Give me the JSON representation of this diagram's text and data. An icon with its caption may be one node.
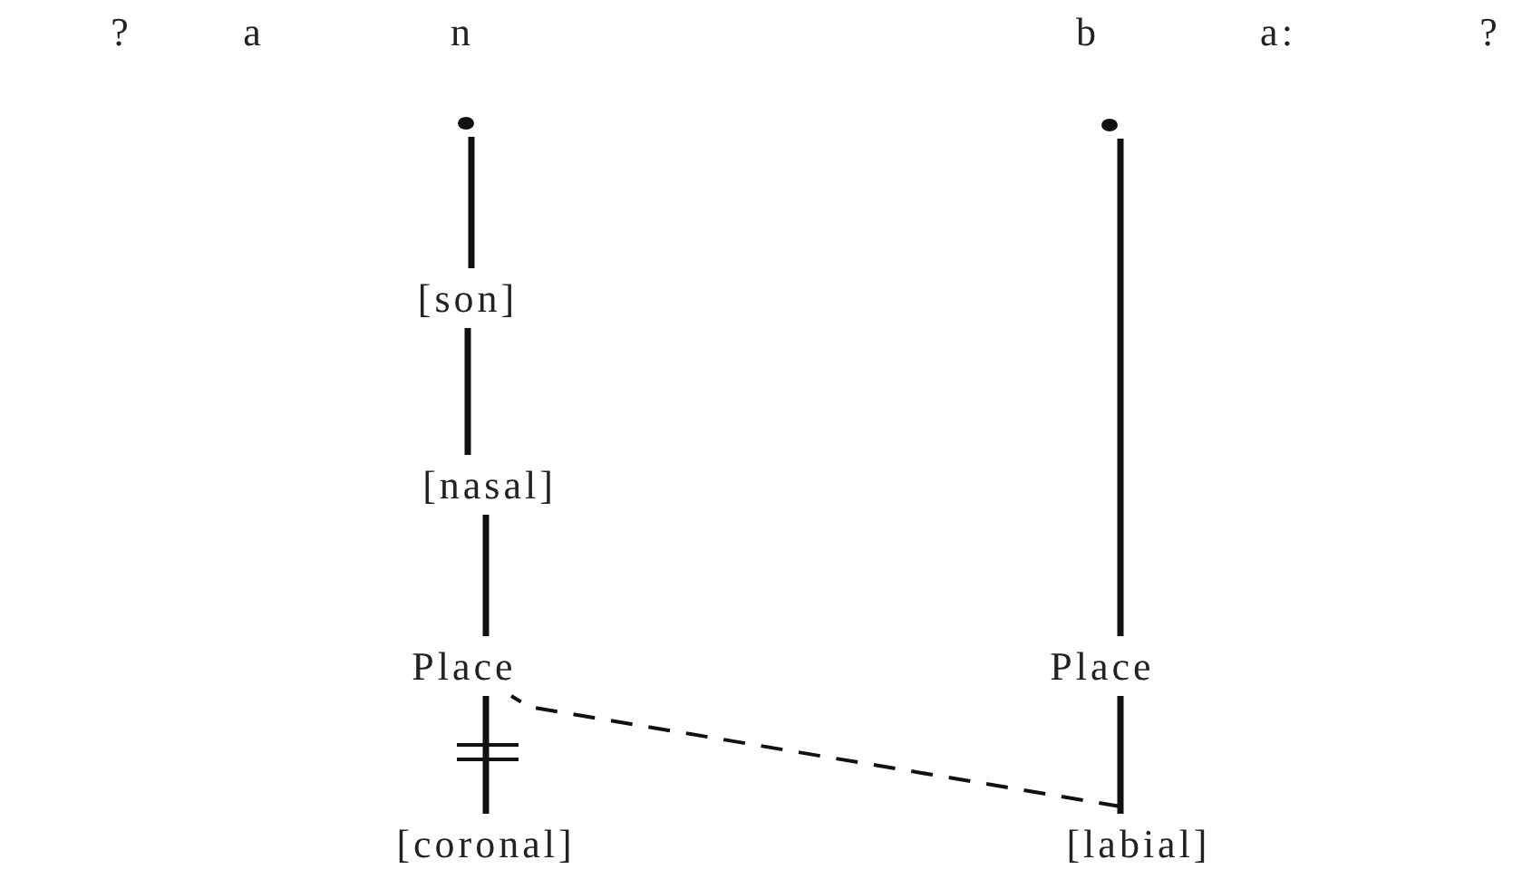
{
  "diagram": {
    "nodes": [
      {
        "text": [],
        "shape": "circle"
      },
      {
        "text": [],
        "shape": "circle"
      },
      {
        "text": [
          "[son]"
        ]
      },
      {
        "text": [
          "[nasal]"
        ]
      },
      {
        "text": [
          "Place"
        ]
      },
      {
        "text": [
          "Place"
        ]
      },
      {
        "text": [
          "[coronal]"
        ]
      },
      {
        "text": [
          "[labial]"
        ]
      }
    ],
    "edges": [
      {
        "from": 0,
        "to": 2,
        "arrow": "none"
      },
      {
        "from": 2,
        "to": 3,
        "arrow": "none"
      },
      {
        "from": 3,
        "to": 4,
        "arrow": "none"
      },
      {
        "from": 4,
        "to": 6,
        "arrow": "none"
      },
      {
        "from": 1,
        "to": 5,
        "arrow": "none"
      },
      {
        "from": 5,
        "to": 7,
        "arrow": "none"
      },
      {
        "from": 7,
        "to": 4,
        "arrow": "none",
        "style": "dashed"
      }
    ],
    "labels": [
      "?",
      "a",
      "n",
      "b",
      "a:",
      "?"
    ]
  }
}
